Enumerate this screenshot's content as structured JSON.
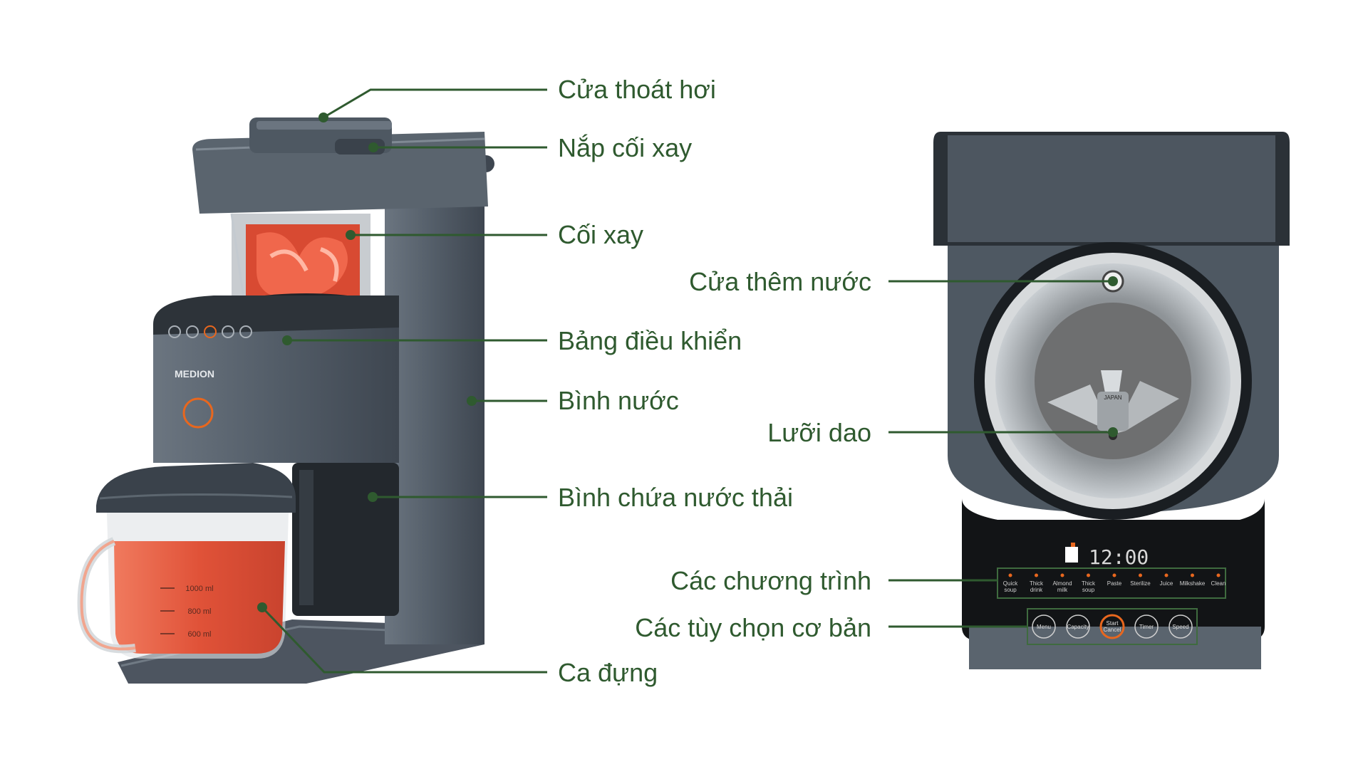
{
  "colors": {
    "label_text": "#2f5a2f",
    "leader_line": "#2f5a2f",
    "device_body": "#4b5560",
    "accent_orange": "#e8671e",
    "juice": "#e0553a"
  },
  "left_device": {
    "brand": "MEDION",
    "jug_marks": [
      "1000 ml",
      "800 ml",
      "600 ml"
    ],
    "labels": [
      "Cửa thoát hơi",
      "Nắp cối xay",
      "Cối xay",
      "Bảng điều khiển",
      "Bình nước",
      "Bình chứa nước thải",
      "Ca đựng"
    ]
  },
  "right_device": {
    "labels": [
      "Cửa thêm nước",
      "Lưỡi dao",
      "Các chương trình",
      "Các tùy chọn cơ bản"
    ],
    "display_time": "12:00",
    "blade_text": "JAPAN",
    "programs": [
      "Quick soup",
      "Thick drink",
      "Almond milk",
      "Thick soup",
      "Paste",
      "Sterilize",
      "Juice",
      "Milkshake",
      "Clean"
    ],
    "basic_options": [
      "Menu",
      "Capacity",
      "Start Cancel",
      "Timer",
      "Speed"
    ]
  }
}
